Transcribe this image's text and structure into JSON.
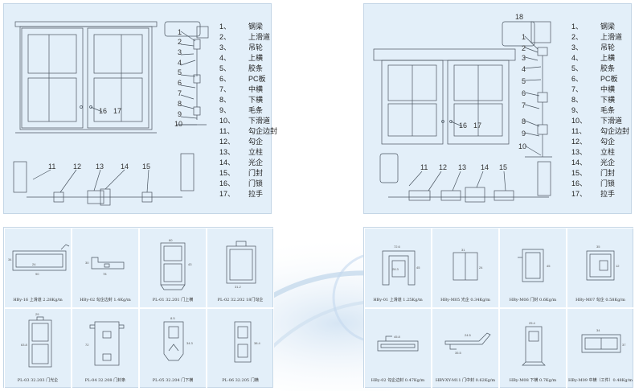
{
  "left_diagram": {
    "legend": [
      {
        "n": "1、",
        "t": "钢梁"
      },
      {
        "n": "2、",
        "t": "上滑道"
      },
      {
        "n": "3、",
        "t": "吊轮"
      },
      {
        "n": "4、",
        "t": "上横"
      },
      {
        "n": "5、",
        "t": "胶条"
      },
      {
        "n": "6、",
        "t": "PC板"
      },
      {
        "n": "7、",
        "t": "中横"
      },
      {
        "n": "8、",
        "t": "下横"
      },
      {
        "n": "9、",
        "t": "毛条"
      },
      {
        "n": "10、",
        "t": "下滑道"
      },
      {
        "n": "11、",
        "t": "勾企边封"
      },
      {
        "n": "12、",
        "t": "勾企"
      },
      {
        "n": "13、",
        "t": "立柱"
      },
      {
        "n": "14、",
        "t": "光企"
      },
      {
        "n": "15、",
        "t": "门封"
      },
      {
        "n": "16、",
        "t": "门锁"
      },
      {
        "n": "17、",
        "t": "拉手"
      }
    ],
    "side_numbers": [
      "1",
      "2",
      "3",
      "4",
      "5",
      "6",
      "7",
      "8",
      "9",
      "10"
    ],
    "bottom_numbers": [
      "11",
      "12",
      "13",
      "14",
      "15"
    ],
    "door_numbers": [
      "16",
      "17"
    ]
  },
  "right_diagram": {
    "top_number": "18",
    "legend": [
      {
        "n": "1、",
        "t": "钢梁"
      },
      {
        "n": "2、",
        "t": "上滑道"
      },
      {
        "n": "3、",
        "t": "吊轮"
      },
      {
        "n": "4、",
        "t": "上横"
      },
      {
        "n": "5、",
        "t": "胶条"
      },
      {
        "n": "6、",
        "t": "PC板"
      },
      {
        "n": "7、",
        "t": "中横"
      },
      {
        "n": "8、",
        "t": "下横"
      },
      {
        "n": "9、",
        "t": "毛条"
      },
      {
        "n": "10、",
        "t": "下滑道"
      },
      {
        "n": "11、",
        "t": "勾企边封"
      },
      {
        "n": "12、",
        "t": "勾企"
      },
      {
        "n": "13、",
        "t": "立柱"
      },
      {
        "n": "14、",
        "t": "光企"
      },
      {
        "n": "15、",
        "t": "门封"
      },
      {
        "n": "16、",
        "t": "门锁"
      },
      {
        "n": "17、",
        "t": "拉手"
      }
    ],
    "side_numbers": [
      "1",
      "2",
      "3",
      "4",
      "5",
      "6",
      "7",
      "8",
      "9",
      "10"
    ],
    "bottom_numbers": [
      "11",
      "12",
      "13",
      "14",
      "15"
    ],
    "door_numbers": [
      "16",
      "17"
    ]
  },
  "left_profiles": [
    {
      "caption": "HBy-16 上滑道 2.28Kg/m"
    },
    {
      "caption": "HBy-02 勾企边封 1.4Kg/m"
    },
    {
      "caption": "PL-01 32.201  门上横"
    },
    {
      "caption": "PL-02 32.202  18门勾企"
    },
    {
      "caption": "PL-03 32.203  门光企"
    },
    {
      "caption": "PL-04 32.208  门封条"
    },
    {
      "caption": "PL-05 32.204  门下横"
    },
    {
      "caption": "PL-06 32.205  门横"
    }
  ],
  "right_profiles": [
    {
      "caption": "HBy-01 上滑道 1.25Kg/m"
    },
    {
      "caption": "HBy-M05 光企 0.34Kg/m"
    },
    {
      "caption": "HBy-M06 门封 0.6Kg/m"
    },
    {
      "caption": "HBy-M07 勾企 0.58Kg/m"
    },
    {
      "caption": "HBy-02 勾企边封 0.47Kg/m"
    },
    {
      "caption": "HBY-XY-M11 门中封 0.62Kg/m"
    },
    {
      "caption": "HBy-M08 下横 0.7Kg/m"
    },
    {
      "caption": "HBy-M09 中横（工件）0.48Kg/m"
    }
  ],
  "dims": {
    "l1": [
      "24",
      "90",
      "34"
    ],
    "l2": [
      "30",
      "78"
    ],
    "l3": [
      "43",
      "60"
    ],
    "l4": [
      "31.2"
    ],
    "l5": [
      "29",
      "63.8"
    ],
    "l6": [
      "72"
    ],
    "l7": [
      "8.5",
      "34.3"
    ],
    "l8": [
      "38.4"
    ],
    "r1": [
      "72.6",
      "28.3",
      "45"
    ],
    "r2": [
      "31",
      "24"
    ],
    "r3": [
      "45"
    ],
    "r4": [
      "35",
      "12"
    ],
    "r5": [
      "45.8"
    ],
    "r6": [
      "24.5",
      "35.5"
    ],
    "r7": [
      "25.4"
    ],
    "r8": [
      "34",
      "37"
    ]
  },
  "colors": {
    "panel": "#e3eff9",
    "line": "#4a5560",
    "accent": "#1a4f9c"
  }
}
